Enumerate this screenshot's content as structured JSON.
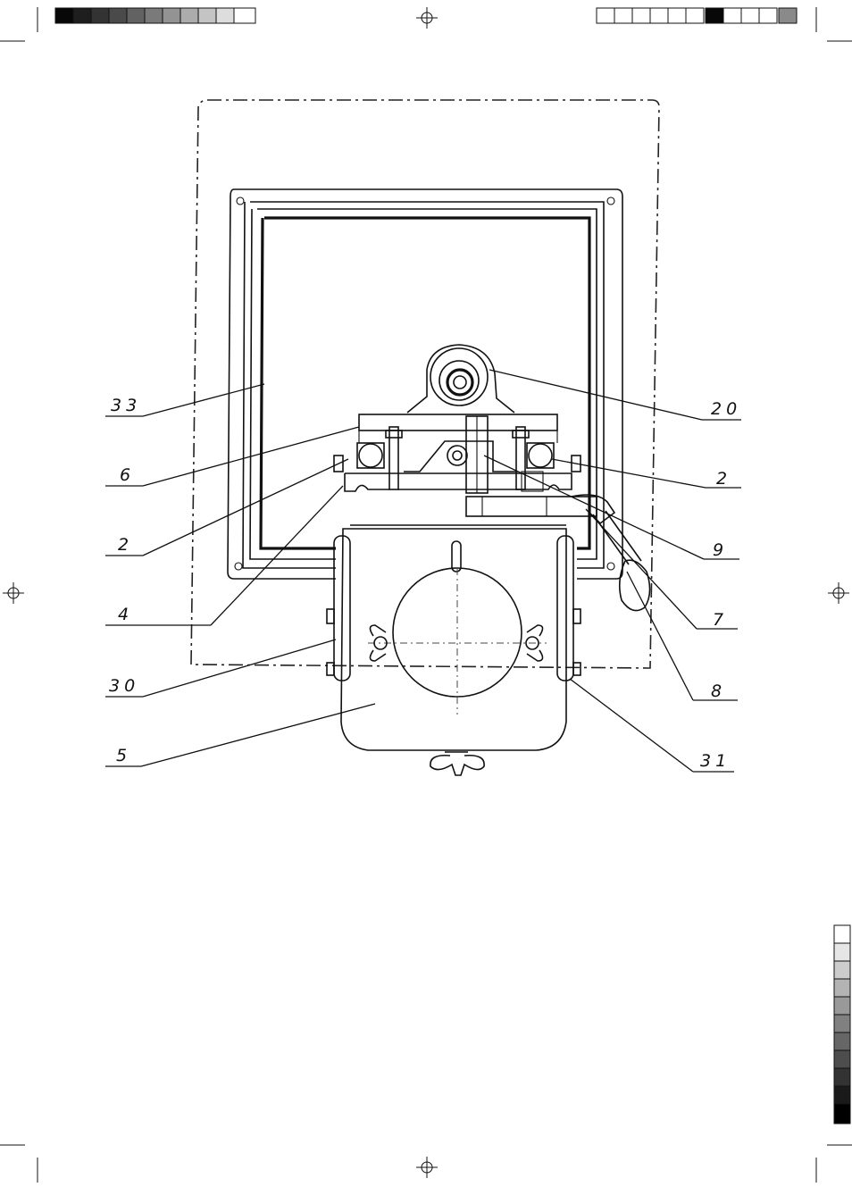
{
  "diagram": {
    "labels": {
      "l33": "33",
      "l20": "20",
      "l6": "6",
      "l2a": "2",
      "l2b": "2",
      "l9": "9",
      "l4": "4",
      "l7": "7",
      "l30": "30",
      "l8": "8",
      "l5": "5",
      "l31": "31"
    }
  },
  "colors": {
    "ink": "#111111",
    "paper": "#ffffff"
  }
}
